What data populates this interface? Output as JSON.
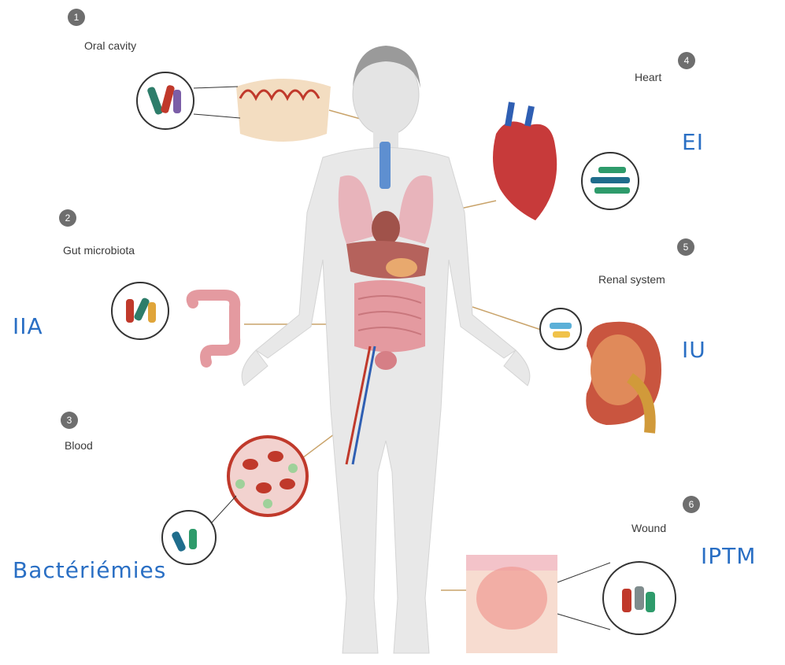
{
  "sites": [
    {
      "number": "1",
      "label": "Oral cavity"
    },
    {
      "number": "2",
      "label": "Gut microbiota"
    },
    {
      "number": "3",
      "label": "Blood"
    },
    {
      "number": "4",
      "label": "Heart"
    },
    {
      "number": "5",
      "label": "Renal system"
    },
    {
      "number": "6",
      "label": "Wound"
    }
  ],
  "annotations": {
    "heart": "EI",
    "gut": "IIA",
    "renal": "IU",
    "blood": "Bactériémies",
    "wound": "IPTM"
  },
  "colors": {
    "body": "#e6e6e6",
    "lung": "#e8b4bb",
    "intestine": "#e49aa0",
    "liver": "#b5625c",
    "artery": "#c0392b",
    "vein": "#2f5fb3",
    "annotation_blue": "#2a6fc4",
    "badge": "#6e6e6e"
  }
}
